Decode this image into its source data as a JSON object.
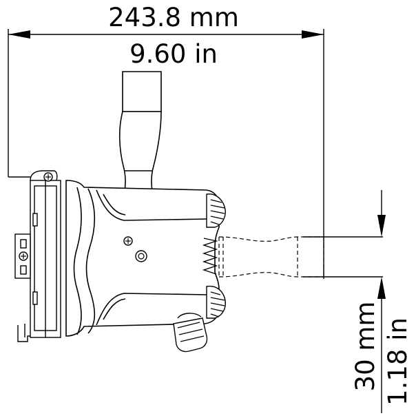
{
  "dimensions": {
    "width_mm": "243.8 mm",
    "width_in": "9.60 in",
    "gap_mm": "30 mm",
    "gap_in": "1.18 in"
  },
  "colors": {
    "outline": "#000000",
    "body_fill": "#ffffff",
    "background": "#ffffff"
  },
  "icons": [
    "screw-icon",
    "crosshair-screw-icon",
    "arrowhead-icon"
  ]
}
